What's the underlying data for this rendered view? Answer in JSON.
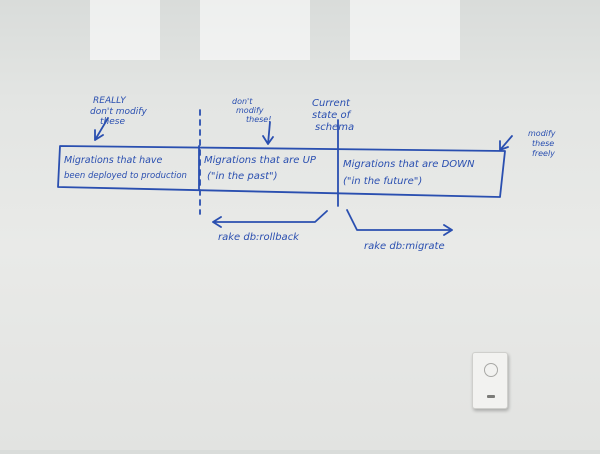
{
  "board": {
    "top_left_note": [
      "REALLY",
      "don't modify",
      "these"
    ],
    "middle_note": [
      "don't",
      "modify",
      "these!"
    ],
    "current_state": [
      "Current",
      "state of",
      "schema"
    ],
    "right_note": [
      "modify",
      "these",
      "freely"
    ],
    "box1": [
      "Migrations that have",
      "been deployed to production"
    ],
    "box2": [
      "Migrations that are UP",
      "(\"in the past\")"
    ],
    "box3": [
      "Migrations that are DOWN",
      "(\"in the future\")"
    ],
    "rollback": "rake db:rollback",
    "migrate": "rake db:migrate"
  },
  "colors": {
    "ink": "#2a4fb0",
    "board": "#e6e7e5"
  }
}
